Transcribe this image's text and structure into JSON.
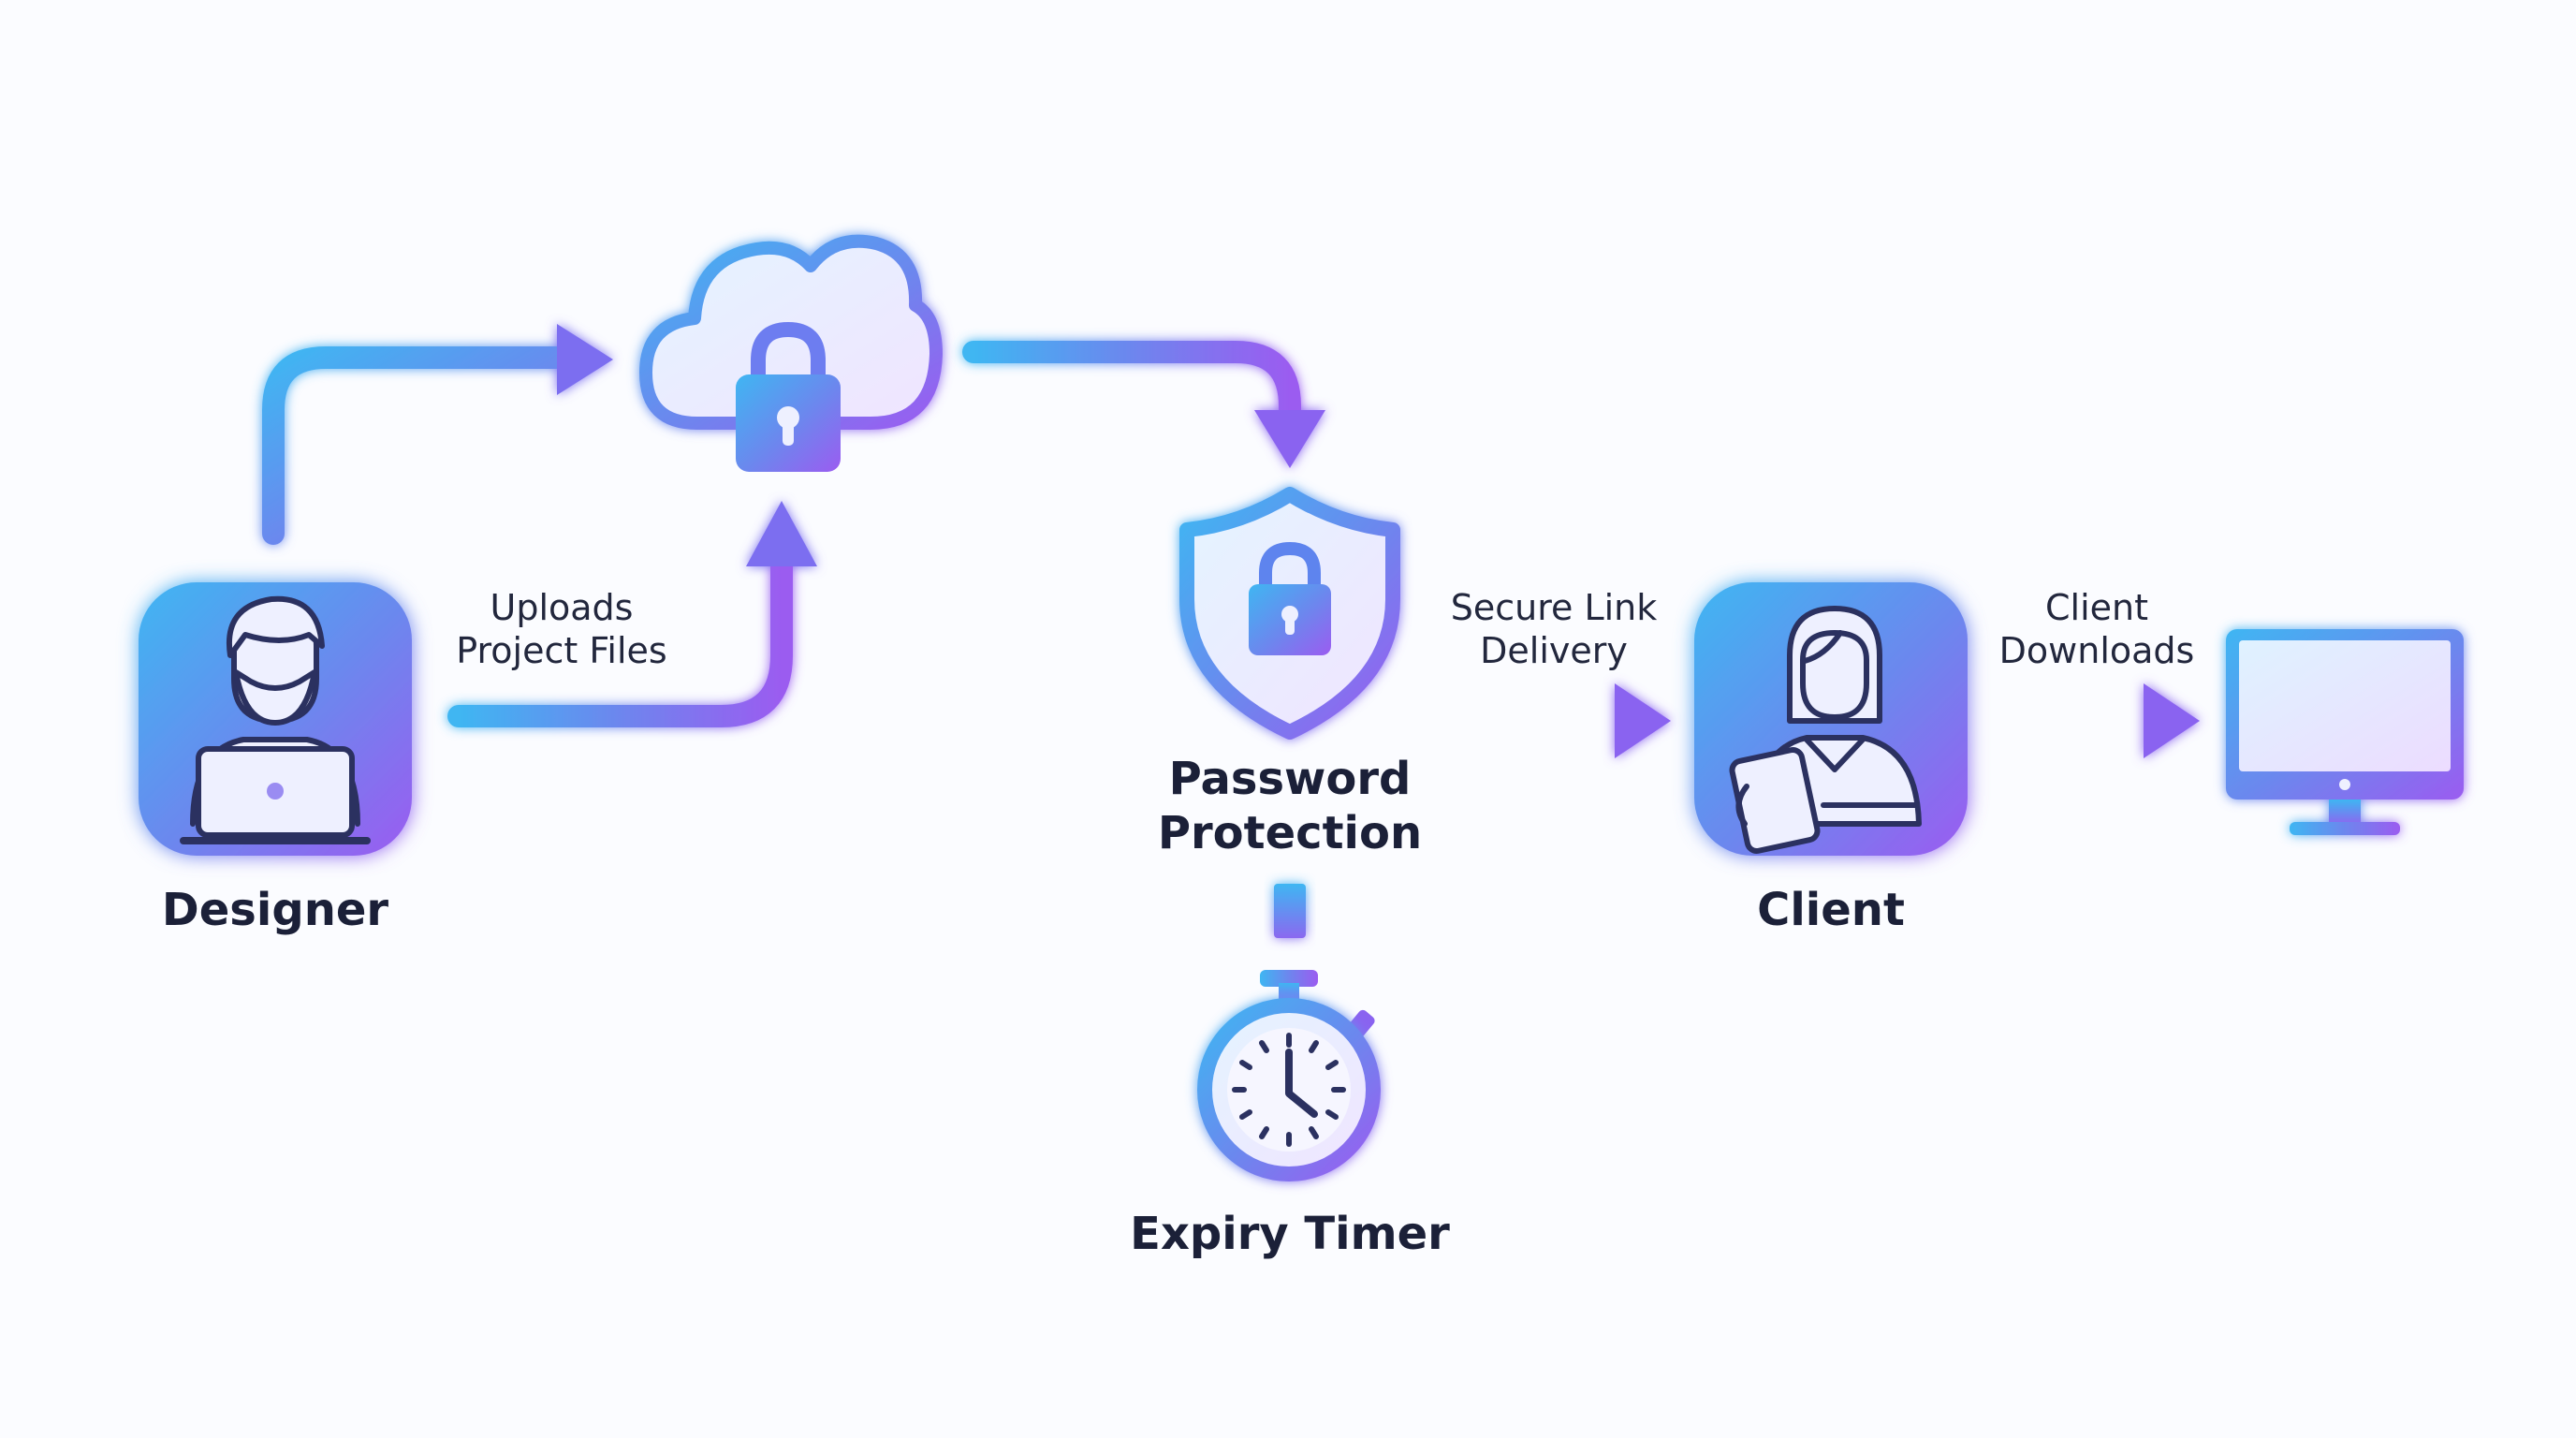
{
  "diagram": {
    "nodes": {
      "designer": {
        "label": "Designer",
        "icon": "designer-laptop-icon"
      },
      "cloud": {
        "label": "",
        "icon": "cloud-lock-icon"
      },
      "password": {
        "label_lines": [
          "Password",
          "Protection"
        ],
        "icon": "shield-lock-icon"
      },
      "timer": {
        "label": "Expiry Timer",
        "icon": "stopwatch-icon"
      },
      "client": {
        "label": "Client",
        "icon": "client-tablet-icon"
      },
      "monitor": {
        "label": "",
        "icon": "monitor-icon"
      }
    },
    "edges": {
      "uploads": {
        "label_lines": [
          "Uploads",
          "Project Files"
        ]
      },
      "secure_link": {
        "label_lines": [
          "Secure Link",
          "Delivery"
        ]
      },
      "downloads": {
        "label_lines": [
          "Client",
          "Downloads"
        ]
      }
    }
  },
  "colors": {
    "gradient_start": "#3fb6f2",
    "gradient_mid": "#6d86ee",
    "gradient_end": "#9b5cf0",
    "icon_fill_light": "#eef0ff",
    "icon_stroke": "#2b3160",
    "text": "#1b2038"
  }
}
